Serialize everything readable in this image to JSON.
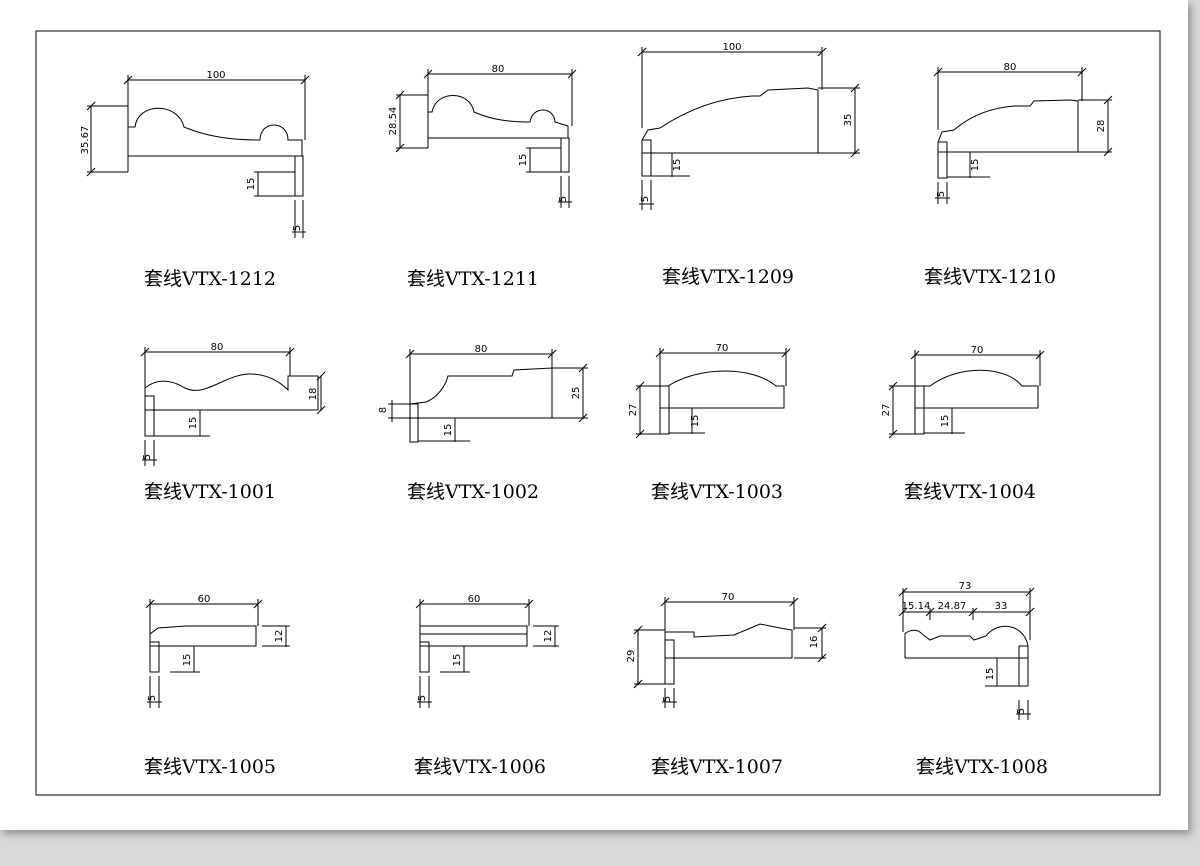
{
  "colors": {
    "ink": "#000000",
    "paper": "#ffffff",
    "desk": "#d9d9d9"
  },
  "drawings": [
    {
      "id": "1212",
      "caption": "套线VTX-1212",
      "dims": {
        "width": "100",
        "height": "35.67",
        "gap": "15",
        "strip": "5"
      }
    },
    {
      "id": "1211",
      "caption": "套线VTX-1211",
      "dims": {
        "width": "80",
        "height": "28.54",
        "gap": "15",
        "strip": "5"
      }
    },
    {
      "id": "1209",
      "caption": "套线VTX-1209",
      "dims": {
        "width": "100",
        "height": "35",
        "gap": "15",
        "strip": "5"
      }
    },
    {
      "id": "1210",
      "caption": "套线VTX-1210",
      "dims": {
        "width": "80",
        "height": "28",
        "gap": "15",
        "strip": "5"
      }
    },
    {
      "id": "1001",
      "caption": "套线VTX-1001",
      "dims": {
        "width": "80",
        "height": "18",
        "gap": "15",
        "strip": "5"
      }
    },
    {
      "id": "1002",
      "caption": "套线VTX-1002",
      "dims": {
        "width": "80",
        "height": "25",
        "gap": "15",
        "strip": "8"
      }
    },
    {
      "id": "1003",
      "caption": "套线VTX-1003",
      "dims": {
        "width": "70",
        "height": "27",
        "gap": "15"
      }
    },
    {
      "id": "1004",
      "caption": "套线VTX-1004",
      "dims": {
        "width": "70",
        "height": "27",
        "gap": "15"
      }
    },
    {
      "id": "1005",
      "caption": "套线VTX-1005",
      "dims": {
        "width": "60",
        "height": "12",
        "gap": "15",
        "strip": "5"
      }
    },
    {
      "id": "1006",
      "caption": "套线VTX-1006",
      "dims": {
        "width": "60",
        "height": "12",
        "gap": "15",
        "strip": "5"
      }
    },
    {
      "id": "1007",
      "caption": "套线VTX-1007",
      "dims": {
        "width": "70",
        "height": "16",
        "total": "29",
        "strip": "5"
      }
    },
    {
      "id": "1008",
      "caption": "套线VTX-1008",
      "dims": {
        "width": "73",
        "seg1": "15.14",
        "seg2": "24.87",
        "seg3": "33",
        "gap": "15",
        "strip": "5"
      }
    }
  ]
}
